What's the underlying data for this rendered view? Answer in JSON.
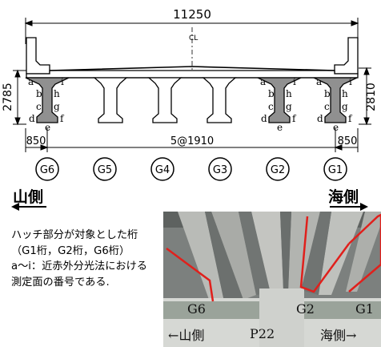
{
  "dimensions": {
    "total_width": "11250",
    "height_left": "2785",
    "height_right": "2810",
    "overhang_left": "850",
    "overhang_right": "850",
    "girder_spacing": "5@1910",
    "centerline": "CL"
  },
  "girders": [
    "G6",
    "G5",
    "G4",
    "G3",
    "G2",
    "G1"
  ],
  "measurement_faces": [
    "a",
    "b",
    "c",
    "d",
    "e",
    "f",
    "g",
    "h",
    "i"
  ],
  "sides": {
    "mountain": "山側",
    "sea": "海側"
  },
  "note": "ハッチ部分が対象とした桁（G1桁，G2桁，G6桁）\na〜i：近赤外分光法における測定面の番号である.",
  "photo": {
    "labels": {
      "g6": "G6",
      "g2": "G2",
      "g1": "G1",
      "mountain_side": "←山側",
      "pier": "P22",
      "sea_side": "海側→"
    }
  },
  "colors": {
    "hatch": "#909090",
    "outline": "#000000",
    "highlight": "#e0201c"
  }
}
